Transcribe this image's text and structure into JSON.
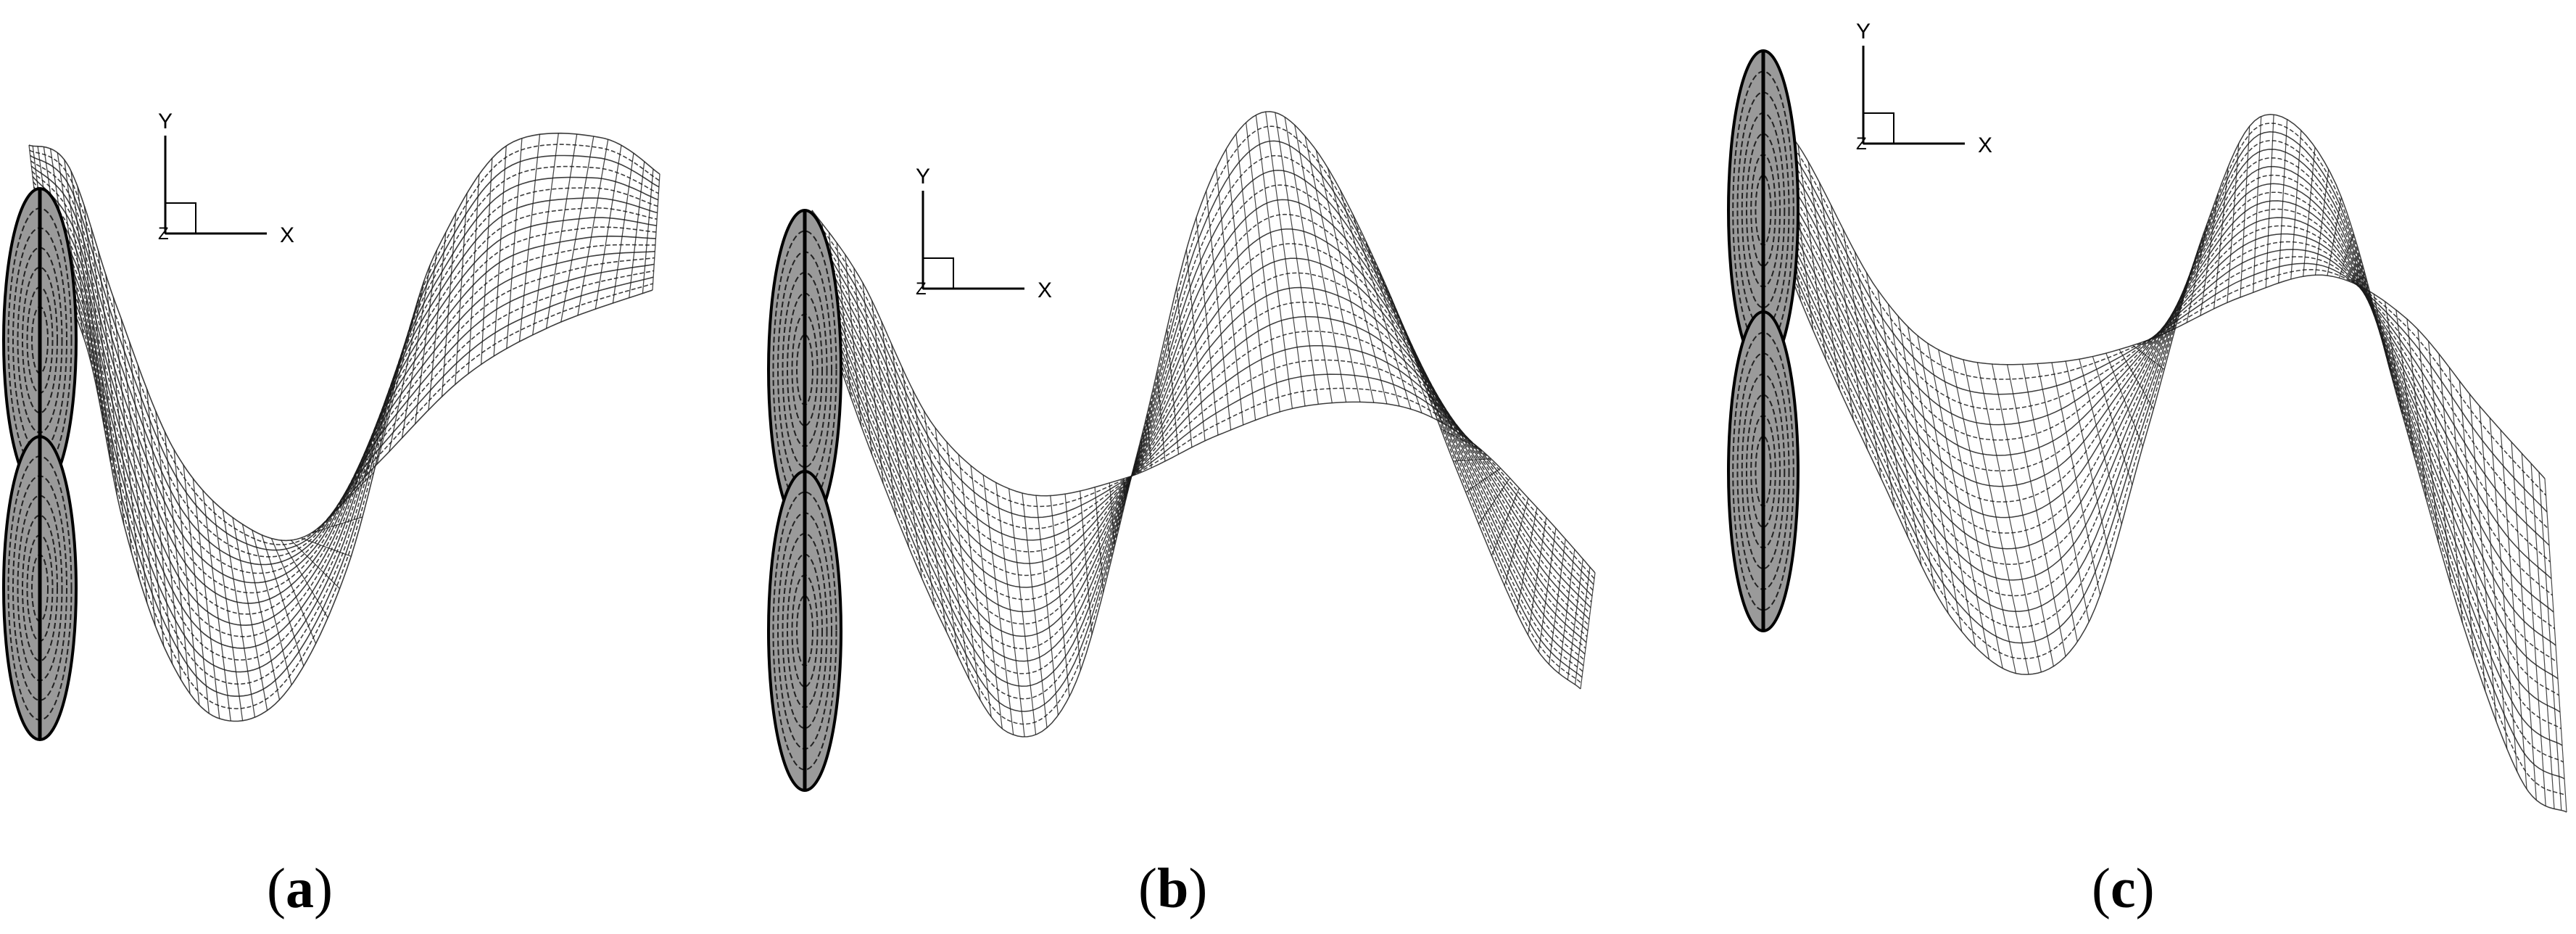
{
  "figure": {
    "panels": [
      {
        "caption_open": "(",
        "caption_letter": "a",
        "caption_close": ")",
        "axes": {
          "y": "Y",
          "x": "X",
          "z": "Z"
        }
      },
      {
        "caption_open": "(",
        "caption_letter": "b",
        "caption_close": ")",
        "axes": {
          "y": "Y",
          "x": "X",
          "z": "Z"
        }
      },
      {
        "caption_open": "(",
        "caption_letter": "c",
        "caption_close": ")",
        "axes": {
          "y": "Y",
          "x": "X",
          "z": "Z"
        }
      }
    ],
    "colors": {
      "mesh": "#1a1a1a",
      "rotor": "#9a9a9a",
      "background": "#ffffff"
    }
  }
}
